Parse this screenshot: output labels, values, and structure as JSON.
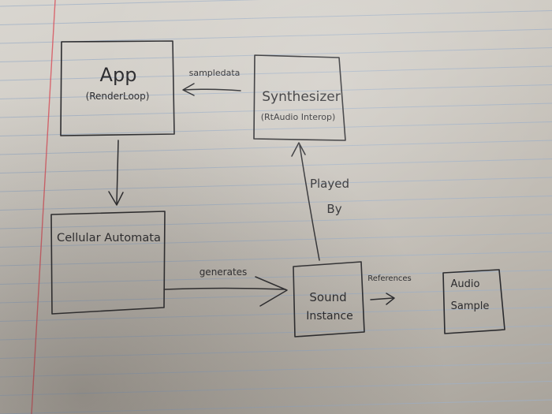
{
  "nodes": {
    "app": {
      "title": "App",
      "subtitle": "(RenderLoop)"
    },
    "synth": {
      "title": "Synthesizer",
      "subtitle": "(RtAudio Interop)"
    },
    "automata": {
      "title": "Cellular Automata"
    },
    "sound": {
      "line1": "Sound",
      "line2": "Instance"
    },
    "sample": {
      "line1": "Audio",
      "line2": "Sample"
    }
  },
  "edges": {
    "synth_to_app": "sampledata",
    "automata_to_sound": "generates",
    "sound_to_synth_line1": "Played",
    "sound_to_synth_line2": "By",
    "sound_to_sample": "References"
  },
  "colors": {
    "ink": "#2b2b2e",
    "rule_line": "#9fb0c6",
    "margin_line": "#d8555f"
  }
}
